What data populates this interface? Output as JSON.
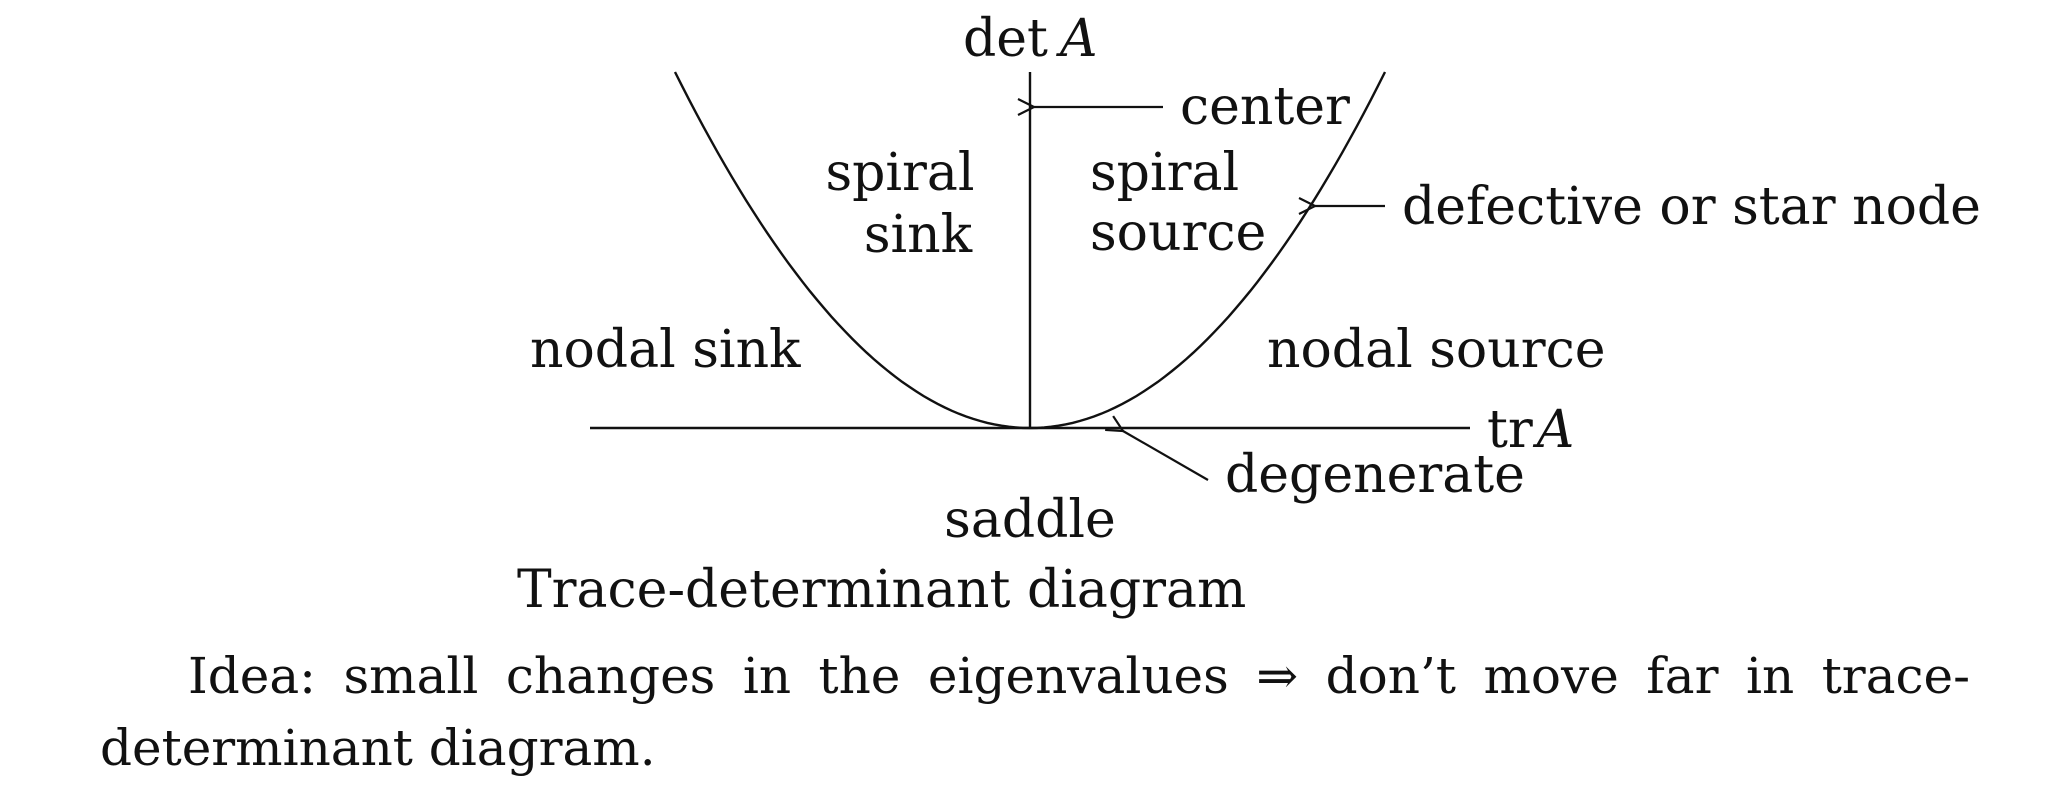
{
  "diagram": {
    "axis_y_label_main": "det",
    "axis_y_label_var": "A",
    "axis_x_label_main": "tr",
    "axis_x_label_var": "A",
    "regions": {
      "spiral_sink_line1": "spiral",
      "spiral_sink_line2": "sink",
      "spiral_source_line1": "spiral",
      "spiral_source_line2": "source",
      "nodal_sink": "nodal sink",
      "nodal_source": "nodal source",
      "saddle": "saddle"
    },
    "annotations": {
      "center": "center",
      "defective": "defective or star node",
      "degenerate": "degenerate"
    },
    "caption": "Trace-determinant diagram"
  },
  "paragraph": {
    "text": "Idea: small changes in the eigenvalues ⇒ don’t move far in trace-determinant diagram."
  }
}
